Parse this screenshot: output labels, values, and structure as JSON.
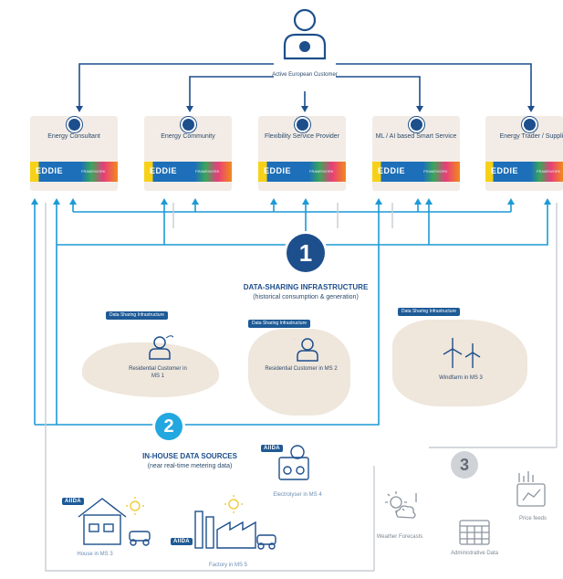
{
  "customer": {
    "label": "Active European Customer"
  },
  "services": [
    {
      "label": "Energy Consultant",
      "brand": "EDDIE",
      "brand_sub": "FRAMEWORK"
    },
    {
      "label": "Energy Community",
      "brand": "EDDIE",
      "brand_sub": "FRAMEWORK"
    },
    {
      "label": "Flexibility Service Provider",
      "brand": "EDDIE",
      "brand_sub": "FRAMEWORK"
    },
    {
      "label": "ML / AI based Smart Service",
      "brand": "EDDIE",
      "brand_sub": "FRAMEWORK"
    },
    {
      "label": "Energy Trader / Supplier",
      "brand": "EDDIE",
      "brand_sub": "FRAMEWORK"
    }
  ],
  "section1": {
    "number": "1",
    "title": "DATA-SHARING INFRASTRUCTURE",
    "subtitle": "(historical consumption & generation)",
    "items": [
      {
        "pill": "Data Sharing Infrastructure",
        "label": "Residential Customer in MS 1"
      },
      {
        "pill": "Data Sharing Infrastructure",
        "label": "Residential Customer in MS 2"
      },
      {
        "pill": "Data Sharing Infrastructure",
        "label": "Windfarm in MS 3"
      }
    ]
  },
  "section2": {
    "number": "2",
    "title": "IN-HOUSE DATA SOURCES",
    "subtitle": "(near real-time metering data)",
    "brand": "AIIDA",
    "items": [
      {
        "label": "House in MS 3"
      },
      {
        "label": "Factory in MS 5"
      },
      {
        "label": "Electrolyser in MS 4"
      }
    ]
  },
  "section3": {
    "number": "3",
    "items": [
      {
        "label": "Weather Forecasts"
      },
      {
        "label": "Administrative Data"
      },
      {
        "label": "Price feeds"
      }
    ]
  },
  "colors": {
    "primary": "#1d4f8c",
    "accent": "#1c9ad6",
    "teal_number": "#22a7e0"
  }
}
